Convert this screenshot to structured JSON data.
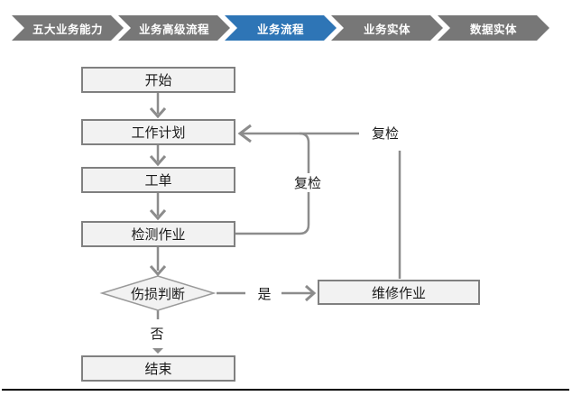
{
  "nav": {
    "items": [
      {
        "label": "五大业务能力",
        "active": false
      },
      {
        "label": "业务高级流程",
        "active": false
      },
      {
        "label": "业务流程",
        "active": true
      },
      {
        "label": "业务实体",
        "active": false
      },
      {
        "label": "数据实体",
        "active": false
      }
    ]
  },
  "flowchart": {
    "nodes": {
      "start": "开始",
      "plan": "工作计划",
      "order": "工单",
      "inspect": "检测作业",
      "decision": "伤损判断",
      "repair": "维修作业",
      "end": "结束"
    },
    "labels": {
      "yes": "是",
      "no": "否",
      "recheck_top": "复检",
      "recheck_mid": "复检"
    }
  },
  "colors": {
    "active_tab": "#2E75B6",
    "tab_gray": "#777777",
    "line": "#8C8C8C",
    "node_fill": "#F2F2F2",
    "node_border": "#808080"
  }
}
